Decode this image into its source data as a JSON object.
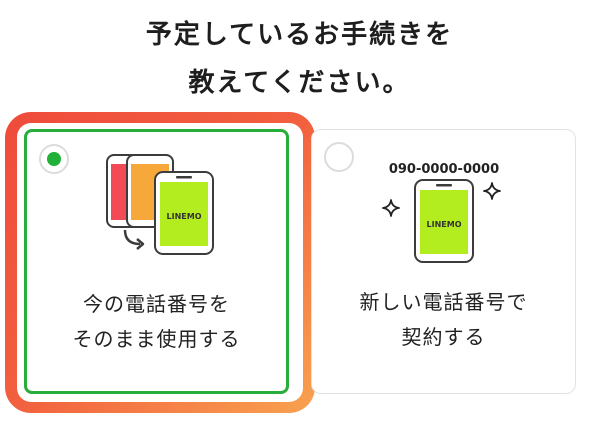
{
  "heading": {
    "line1": "予定しているお手続きを",
    "line2": "教えてください。"
  },
  "options": [
    {
      "line1": "今の電話番号を",
      "line2": "そのまま使用する",
      "selected": true,
      "brand": "LINEMO"
    },
    {
      "line1": "新しい電話番号で",
      "line2": "契約する",
      "selected": false,
      "brand": "LINEMO",
      "number": "090-0000-0000"
    }
  ],
  "colors": {
    "accent_green": "#21b038",
    "phone_screen": "#b3ec1f",
    "highlight_start": "#ef4b3c",
    "highlight_end": "#f9a24f"
  },
  "icons": {
    "transfer_arrow": "arrow-curved-right-icon",
    "sparkle": "sparkle-icon"
  }
}
